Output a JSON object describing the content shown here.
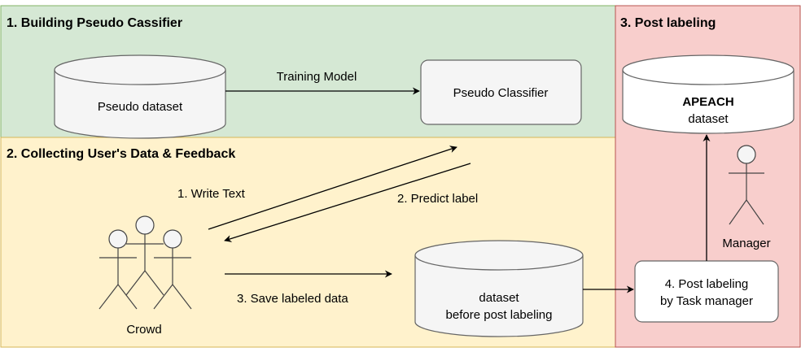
{
  "sections": {
    "s1_title": "1. Building Pseudo Cassifier",
    "s2_title": "2. Collecting User's Data & Feedback",
    "s3_title": "3. Post labeling"
  },
  "nodes": {
    "pseudo_dataset": "Pseudo dataset",
    "pseudo_classifier": "Pseudo Classifier",
    "apeach_line1": "APEACH",
    "apeach_line2": "dataset",
    "crowd": "Crowd",
    "manager": "Manager",
    "dataset_line1": "dataset",
    "dataset_line2": "before post labeling",
    "post_box_line1": "4. Post labeling",
    "post_box_line2": "by Task manager"
  },
  "edges": {
    "training_model": "Training Model",
    "write_text": "1. Write Text",
    "predict_label": "2. Predict label",
    "save_labeled": "3. Save labeled data"
  },
  "colors": {
    "green_fill": "#d5e8d4",
    "green_stroke": "#82b366",
    "yellow_fill": "#fff2cc",
    "yellow_stroke": "#d6b656",
    "red_fill": "#f8cecc",
    "red_stroke": "#b85450",
    "node_fill": "#f5f5f5",
    "node_stroke": "#666666"
  }
}
